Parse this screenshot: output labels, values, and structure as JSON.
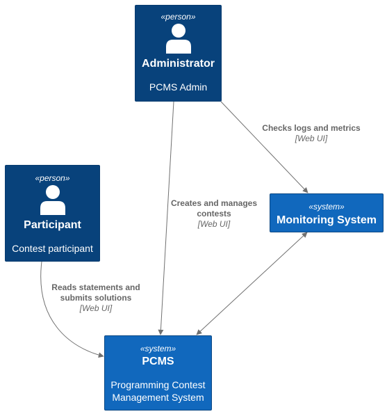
{
  "colors": {
    "person": "#08427b",
    "system": "#1168bd",
    "edge": "#707070",
    "edge_text": "#666666"
  },
  "nodes": {
    "administrator": {
      "stereotype": "«person»",
      "title": "Administrator",
      "description": "PCMS Admin",
      "icon": "person-icon"
    },
    "participant": {
      "stereotype": "«person»",
      "title": "Participant",
      "description": "Contest participant",
      "icon": "person-icon"
    },
    "monitoring": {
      "stereotype": "«system»",
      "title": "Monitoring System"
    },
    "pcms": {
      "stereotype": "«system»",
      "title": "PCMS",
      "description_line1": "Programming Contest",
      "description_line2": "Management System"
    }
  },
  "edges": {
    "admin_to_monitoring": {
      "label": "Checks logs and metrics",
      "technology": "[Web UI]"
    },
    "admin_to_pcms": {
      "label_line1": "Creates and manages",
      "label_line2": "contests",
      "technology": "[Web UI]"
    },
    "participant_to_pcms": {
      "label_line1": "Reads statements and",
      "label_line2": "submits solutions",
      "technology": "[Web UI]"
    }
  }
}
